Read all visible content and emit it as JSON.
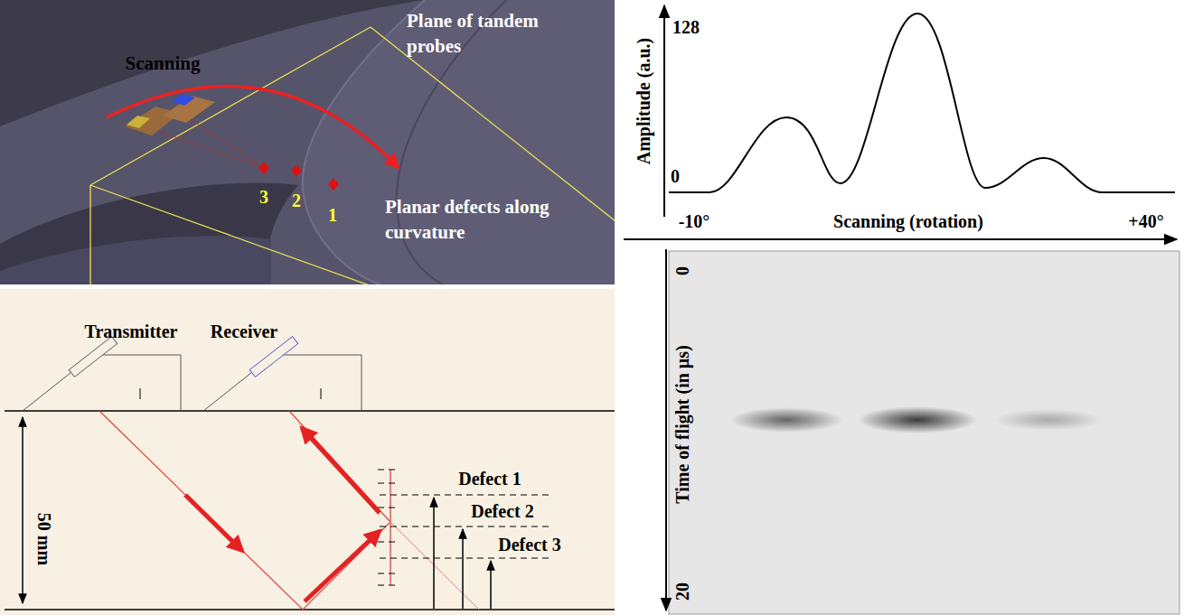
{
  "diagram": {
    "labels": [
      "Scanning",
      "Plane of tandem probes",
      "Planar defects along curvature",
      "3",
      "2",
      "1",
      "Transmitter",
      "Receiver",
      "50 mm",
      "Defect 1",
      "Defect 2",
      "Defect 3",
      "Amplitude (a.u.)",
      "128",
      "0",
      "-10°",
      "Scanning (rotation)",
      "+40°",
      "Time of flight (in µs)",
      "0",
      "20"
    ]
  }
}
